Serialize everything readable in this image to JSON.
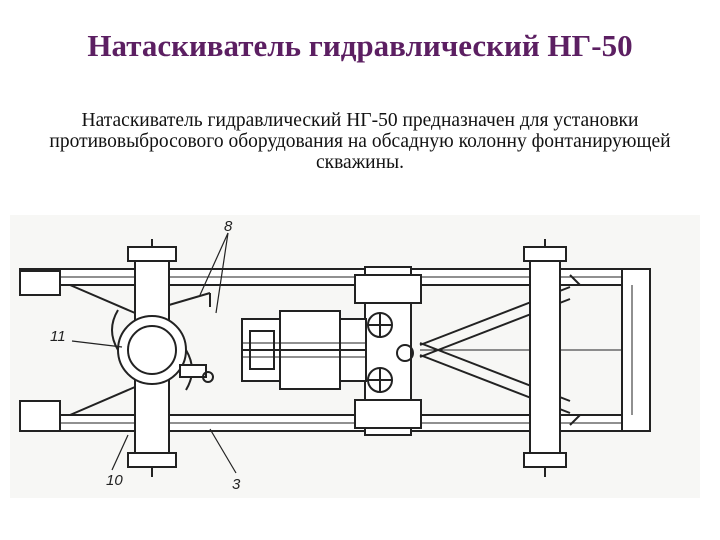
{
  "slide": {
    "title": "Натаскиватель гидравлический НГ-50",
    "description": "Натаскиватель гидравлический НГ-50 предназначен для установки противовыбросового оборудования на обсадную колонну фонтанирующей скважины."
  },
  "drawing": {
    "callouts": [
      {
        "id": "label-8",
        "text": "8"
      },
      {
        "id": "label-11",
        "text": "11"
      },
      {
        "id": "label-10",
        "text": "10"
      },
      {
        "id": "label-3",
        "text": "3"
      }
    ]
  },
  "colors": {
    "title": "#5c1f62",
    "text": "#111111",
    "line": "#222222"
  }
}
